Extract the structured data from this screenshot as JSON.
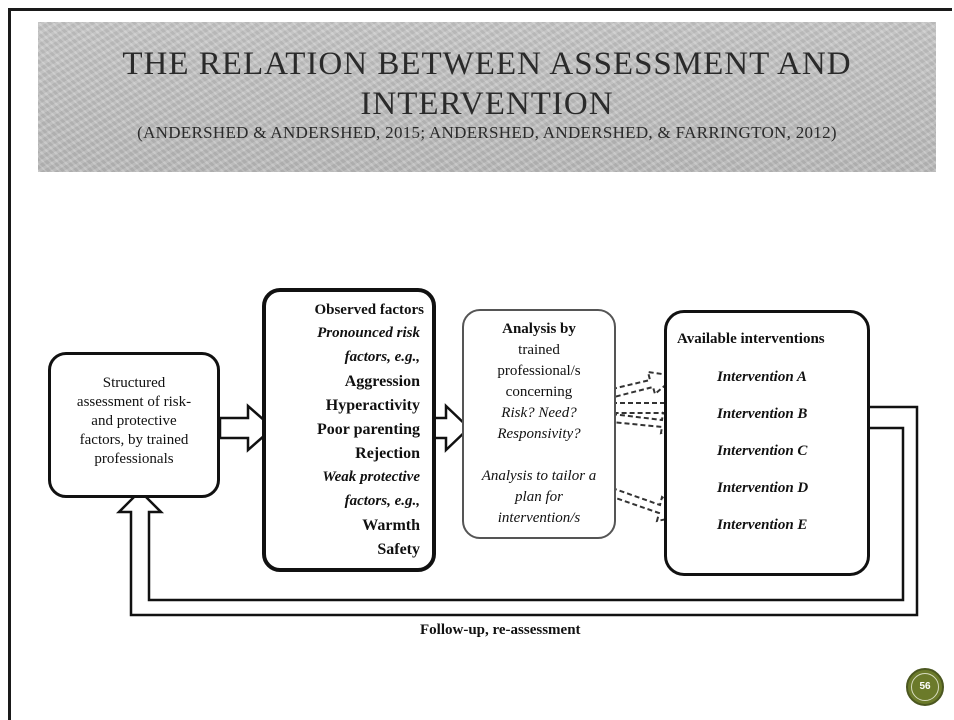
{
  "slide": {
    "title": "THE RELATION BETWEEN ASSESSMENT AND\nINTERVENTION",
    "citation": "(ANDERSHED & ANDERSHED, 2015; ANDERSHED, ANDERSHED, & FARRINGTON, 2012)",
    "page_number": "56",
    "accent_color": "#6b7a2a"
  },
  "diagram": {
    "assessment_box": {
      "lines": [
        "Structured",
        "assessment of risk-",
        "and protective",
        "factors, by trained",
        "professionals"
      ]
    },
    "observed_box": {
      "heading": "Observed factors",
      "risk_heading": [
        "Pronounced risk",
        "factors, e.g.,"
      ],
      "risk_items": [
        "Aggression",
        "Hyperactivity",
        "Poor parenting",
        "Rejection"
      ],
      "protective_heading": [
        "Weak protective",
        "factors, e.g.,"
      ],
      "protective_items": [
        "Warmth",
        "Safety"
      ]
    },
    "analysis_box": {
      "lines": [
        "Analysis by",
        "trained",
        "professional/s",
        "concerning"
      ],
      "questions": [
        "Risk? Need?",
        "Responsivity?"
      ],
      "tailor": [
        "Analysis to tailor a",
        "plan for",
        "intervention/s"
      ]
    },
    "interventions_box": {
      "heading": "Available interventions",
      "items": [
        "Intervention A",
        "Intervention B",
        "Intervention C",
        "Intervention D",
        "Intervention E"
      ]
    },
    "feedback_label": "Follow-up, re-assessment"
  }
}
